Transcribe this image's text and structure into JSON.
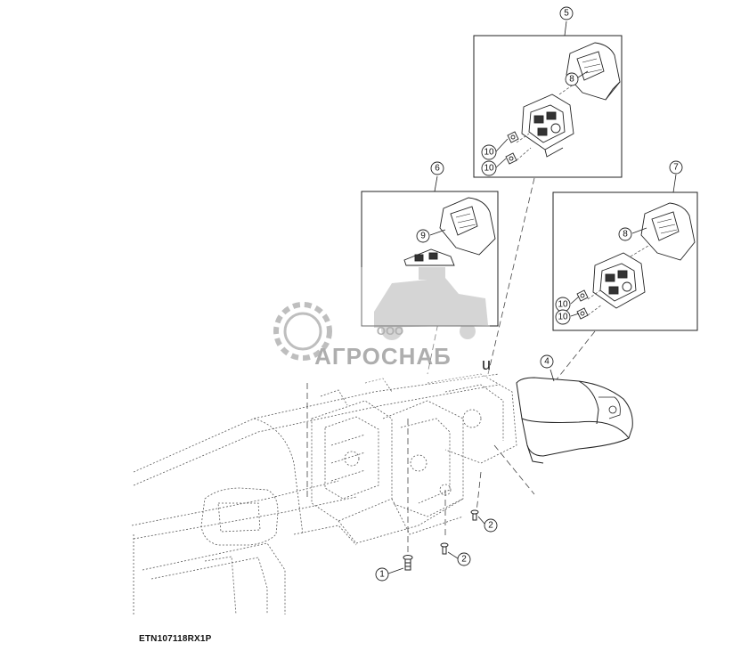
{
  "callouts": {
    "c1": "1",
    "c2a": "2",
    "c2b": "2",
    "c4": "4",
    "c5": "5",
    "c6": "6",
    "c7": "7",
    "c8a": "8",
    "c8b": "8",
    "c9": "9",
    "c10a": "10",
    "c10b": "10",
    "c10c": "10",
    "c10d": "10"
  },
  "watermark": {
    "company_small": "ООО",
    "company_name": "АГРОСНАБ",
    "suffix": "u"
  },
  "figure_code": "ETN107118RX1P",
  "colors": {
    "line": "#222222",
    "dotted": "#555555",
    "watermark": "#9a9a9a",
    "background": "#ffffff"
  }
}
